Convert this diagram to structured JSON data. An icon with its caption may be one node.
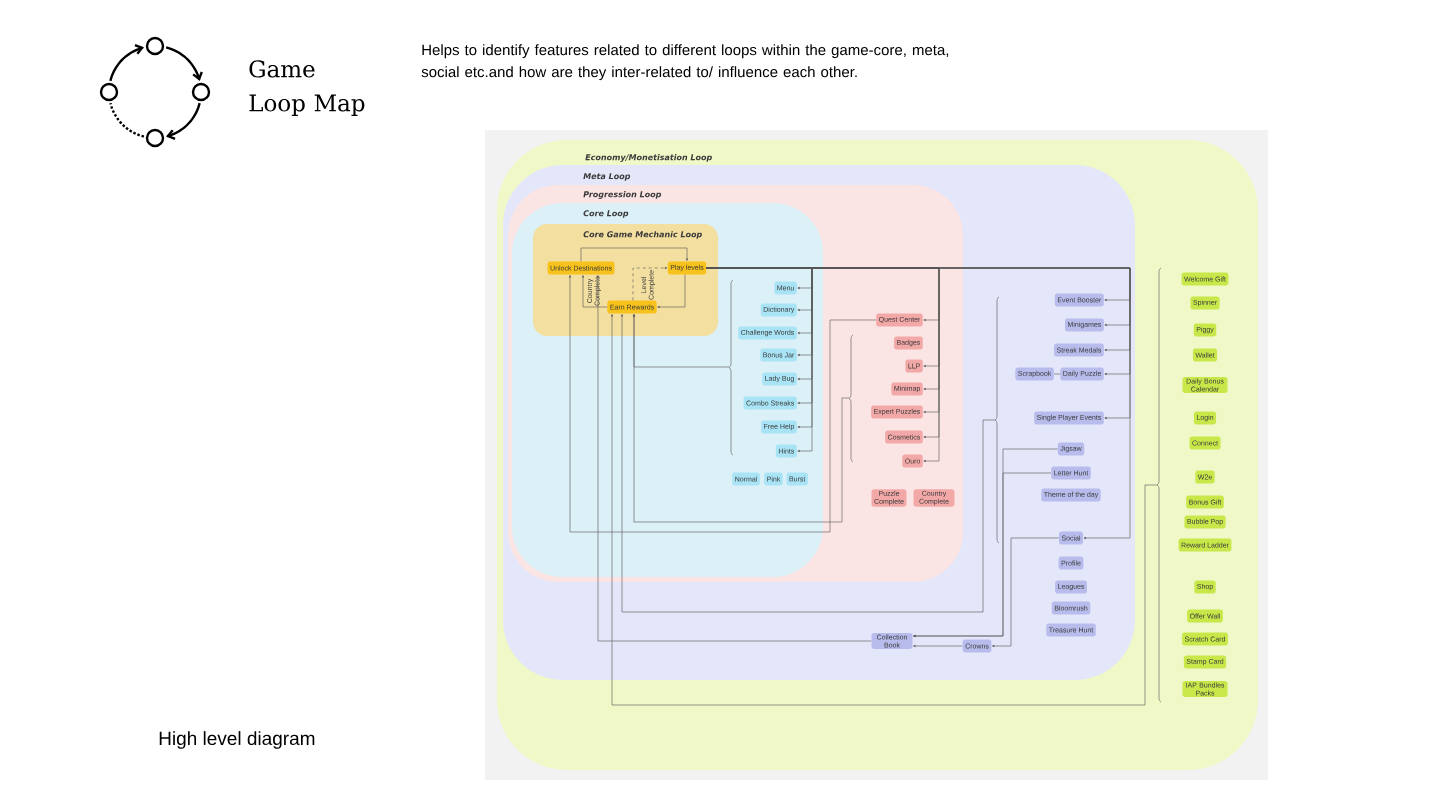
{
  "diagram": {
    "title": "Game Loop Map",
    "nodes": [
      {
        "text": [
          "Economy/Monetisation Loop"
        ]
      },
      {
        "text": [
          "Meta Loop"
        ],
        "in": 0
      },
      {
        "text": [
          "Progression Loop"
        ],
        "in": 1
      },
      {
        "text": [
          "Core Loop"
        ],
        "in": 2
      },
      {
        "text": [
          "Core Game Mechanic Loop"
        ],
        "in": 3
      },
      {
        "text": [
          "Unlock Destinations"
        ],
        "in": 4
      },
      {
        "text": [
          "Play levels"
        ],
        "in": 4
      },
      {
        "text": [
          "Earn Rewards"
        ],
        "in": 4
      },
      {
        "text": [
          "Menu"
        ],
        "in": 3
      },
      {
        "text": [
          "Dictionary"
        ],
        "in": 3
      },
      {
        "text": [
          "Challenge Words"
        ],
        "in": 3
      },
      {
        "text": [
          "Bonus Jar"
        ],
        "in": 3
      },
      {
        "text": [
          "Lady Bug"
        ],
        "in": 3
      },
      {
        "text": [
          "Combo Streaks"
        ],
        "in": 3
      },
      {
        "text": [
          "Free Help"
        ],
        "in": 3
      },
      {
        "text": [
          "Hints"
        ],
        "in": 3
      },
      {
        "text": [
          "Normal"
        ],
        "in": 3
      },
      {
        "text": [
          "Pink"
        ],
        "in": 3
      },
      {
        "text": [
          "Burst"
        ],
        "in": 3
      },
      {
        "text": [
          "Quest Center"
        ],
        "in": 2
      },
      {
        "text": [
          "Badges"
        ],
        "in": 2
      },
      {
        "text": [
          "LLP"
        ],
        "in": 2
      },
      {
        "text": [
          "Minimap"
        ],
        "in": 2
      },
      {
        "text": [
          "Expert Puzzles"
        ],
        "in": 2
      },
      {
        "text": [
          "Cosmetics"
        ],
        "in": 2
      },
      {
        "text": [
          "Ouro"
        ],
        "in": 2
      },
      {
        "text": [
          "Puzzle Complete"
        ],
        "in": 2
      },
      {
        "text": [
          "Country Complete"
        ],
        "in": 2
      },
      {
        "text": [
          "Event Booster"
        ],
        "in": 1
      },
      {
        "text": [
          "Minigames"
        ],
        "in": 1
      },
      {
        "text": [
          "Streak Medals"
        ],
        "in": 1
      },
      {
        "text": [
          "Scrapbook"
        ],
        "in": 1
      },
      {
        "text": [
          "Daily Puzzle"
        ],
        "in": 1
      },
      {
        "text": [
          "Single Player Events"
        ],
        "in": 1
      },
      {
        "text": [
          "Jigsaw"
        ],
        "in": 1
      },
      {
        "text": [
          "Letter Hunt"
        ],
        "in": 1
      },
      {
        "text": [
          "Theme of the day"
        ],
        "in": 1
      },
      {
        "text": [
          "Social"
        ],
        "in": 1
      },
      {
        "text": [
          "Profile"
        ],
        "in": 1
      },
      {
        "text": [
          "Leagues"
        ],
        "in": 1
      },
      {
        "text": [
          "Bloomrush"
        ],
        "in": 1
      },
      {
        "text": [
          "Treasure Hunt"
        ],
        "in": 1
      },
      {
        "text": [
          "Collection Book"
        ],
        "in": 1
      },
      {
        "text": [
          "Crowns"
        ],
        "in": 1
      },
      {
        "text": [
          "Welcome Gift"
        ],
        "in": 0
      },
      {
        "text": [
          "Spinner"
        ],
        "in": 0
      },
      {
        "text": [
          "Piggy"
        ],
        "in": 0
      },
      {
        "text": [
          "Wallet"
        ],
        "in": 0
      },
      {
        "text": [
          "Daily Bonus Calendar"
        ],
        "in": 0
      },
      {
        "text": [
          "Login"
        ],
        "in": 0
      },
      {
        "text": [
          "Connect"
        ],
        "in": 0
      },
      {
        "text": [
          "W2e"
        ],
        "in": 0
      },
      {
        "text": [
          "Bonus Gift"
        ],
        "in": 0
      },
      {
        "text": [
          "Bubble Pop"
        ],
        "in": 0
      },
      {
        "text": [
          "Reward Ladder"
        ],
        "in": 0
      },
      {
        "text": [
          "Shop"
        ],
        "in": 0
      },
      {
        "text": [
          "Offer Wall"
        ],
        "in": 0
      },
      {
        "text": [
          "Scratch Card"
        ],
        "in": 0
      },
      {
        "text": [
          "Stamp Card"
        ],
        "in": 0
      },
      {
        "text": [
          "IAP Bundles Packs"
        ],
        "in": 0
      }
    ],
    "edges": [
      {
        "from": 5,
        "to": 6,
        "arrow": "to"
      },
      {
        "from": 6,
        "to": 7,
        "arrow": "to"
      },
      {
        "from": 7,
        "to": 5,
        "arrow": "to",
        "label": "Country Complete"
      },
      {
        "from": 7,
        "to": 6,
        "arrow": "to",
        "label": "Level Complete",
        "style": "dashed"
      },
      {
        "from": 6,
        "to": 8,
        "arrow": "to"
      },
      {
        "from": 6,
        "to": 9,
        "arrow": "to"
      },
      {
        "from": 6,
        "to": 10,
        "arrow": "to"
      },
      {
        "from": 6,
        "to": 11,
        "arrow": "to"
      },
      {
        "from": 6,
        "to": 12,
        "arrow": "to"
      },
      {
        "from": 6,
        "to": 13,
        "arrow": "to"
      },
      {
        "from": 6,
        "to": 14,
        "arrow": "to"
      },
      {
        "from": 6,
        "to": 15,
        "arrow": "to"
      },
      {
        "from": 6,
        "to": 19,
        "arrow": "to"
      },
      {
        "from": 6,
        "to": 21,
        "arrow": "to"
      },
      {
        "from": 6,
        "to": 22,
        "arrow": "to"
      },
      {
        "from": 6,
        "to": 23,
        "arrow": "to"
      },
      {
        "from": 6,
        "to": 24,
        "arrow": "to"
      },
      {
        "from": 6,
        "to": 25,
        "arrow": "to"
      },
      {
        "from": 6,
        "to": 28,
        "arrow": "to"
      },
      {
        "from": 6,
        "to": 29,
        "arrow": "to"
      },
      {
        "from": 6,
        "to": 30,
        "arrow": "to"
      },
      {
        "from": 6,
        "to": 32,
        "arrow": "to"
      },
      {
        "from": 6,
        "to": 33,
        "arrow": "to"
      },
      {
        "from": 6,
        "to": 37,
        "arrow": "to"
      },
      {
        "from": 31,
        "to": 32,
        "arrow": "none"
      },
      {
        "from": null,
        "to": 7,
        "arrow": "to"
      },
      {
        "from": null,
        "to": 7,
        "arrow": "to"
      },
      {
        "from": null,
        "to": 7,
        "arrow": "to"
      },
      {
        "from": null,
        "to": 7,
        "arrow": "to"
      },
      {
        "from": 19,
        "to": 5,
        "arrow": "to"
      },
      {
        "from": 42,
        "to": 5,
        "arrow": "to"
      },
      {
        "from": 34,
        "to": 42,
        "arrow": "to"
      },
      {
        "from": 35,
        "to": 42,
        "arrow": "to"
      },
      {
        "from": 37,
        "to": 43,
        "arrow": "to"
      },
      {
        "from": 43,
        "to": 42,
        "arrow": "to"
      }
    ],
    "labels": [
      "Helps to identify features related to different loops within the game-core, meta, social etc.and how are they inter-related to/ influence each other.",
      "High level diagram"
    ]
  }
}
